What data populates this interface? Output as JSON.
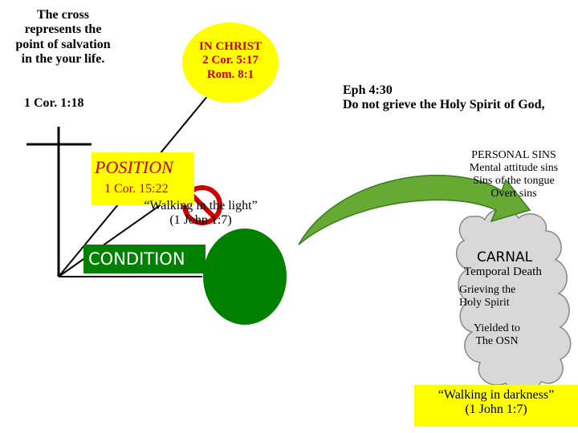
{
  "cross_note": [
    "The cross",
    "represents the",
    "point of salvation",
    "in the your life."
  ],
  "cross_ref": "1 Cor. 1:18",
  "in_christ": [
    "IN CHRIST",
    "2 Cor. 5:17",
    "Rom. 8:1"
  ],
  "eph": [
    "Eph 4:30",
    "Do not grieve the Holy Spirit of God,"
  ],
  "position": {
    "title": "POSITION",
    "ref": "1 Cor. 15:22"
  },
  "walking_light": [
    "“Walking in the light”",
    "(1 John 1:7)"
  ],
  "condition": "CONDITION",
  "personal_sins": [
    "PERSONAL SINS",
    "Mental attitude sins",
    "Sins of the tongue",
    "Overt sins"
  ],
  "carnal": {
    "title": "CARNAL",
    "line1": "Temporal Death",
    "line2": [
      "Grieving the",
      "Holy Spirit"
    ],
    "line3": [
      "Yielded to",
      "The OSN"
    ]
  },
  "walking_dark": [
    "“Walking in darkness”",
    "(1 John 1:7)"
  ],
  "colors": {
    "position_fill": "#ffff00",
    "in_christ_fill": "#ffff00",
    "condition_fill": "#008000",
    "circle_fill": "#008000",
    "ref_text": "#cc0000",
    "arrow_fill": "#66aa33",
    "cloud_fill": "#d8d8d8",
    "walking_dark_fill": "#ffff00",
    "no_symbol": "#cc0000"
  }
}
